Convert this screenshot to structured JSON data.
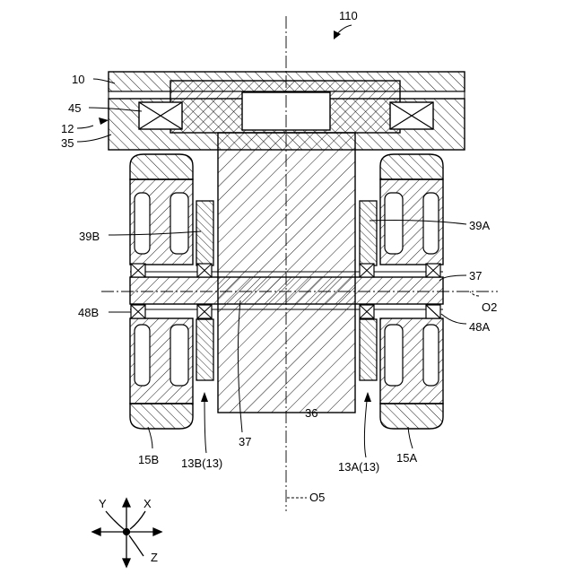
{
  "labels": {
    "fig": "110",
    "l10": "10",
    "l45": "45",
    "l12": "12",
    "l35": "35",
    "l39B": "39B",
    "l39A": "39A",
    "l37r": "37",
    "l48B": "48B",
    "l48A": "48A",
    "lO2": "O2",
    "l15B": "15B",
    "l13B": "13B(13)",
    "l37b": "37",
    "l36": "36",
    "l13A": "13A(13)",
    "l15A": "15A",
    "lO5": "O5",
    "axY": "Y",
    "axX": "X",
    "axZ": "Z"
  }
}
